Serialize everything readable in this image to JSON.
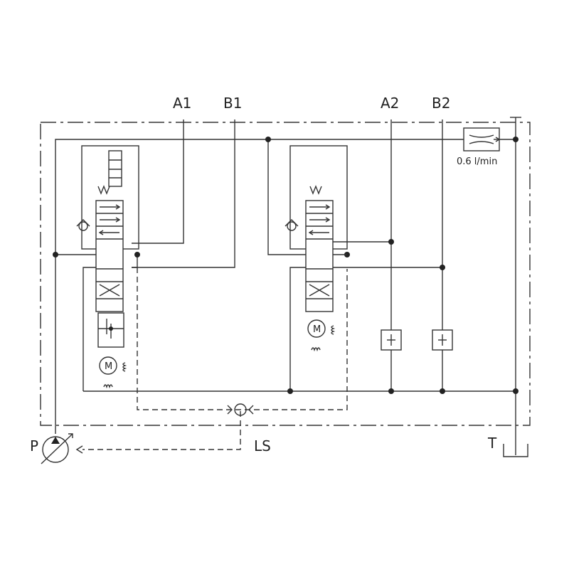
{
  "labels": {
    "a1": "A1",
    "b1": "B1",
    "a2": "A2",
    "b2": "B2",
    "p": "P",
    "t": "T",
    "ls": "LS",
    "flow": "0.6 l/min"
  },
  "motor_letter": "M",
  "colors": {
    "line": "#333333",
    "background": "#ffffff"
  }
}
